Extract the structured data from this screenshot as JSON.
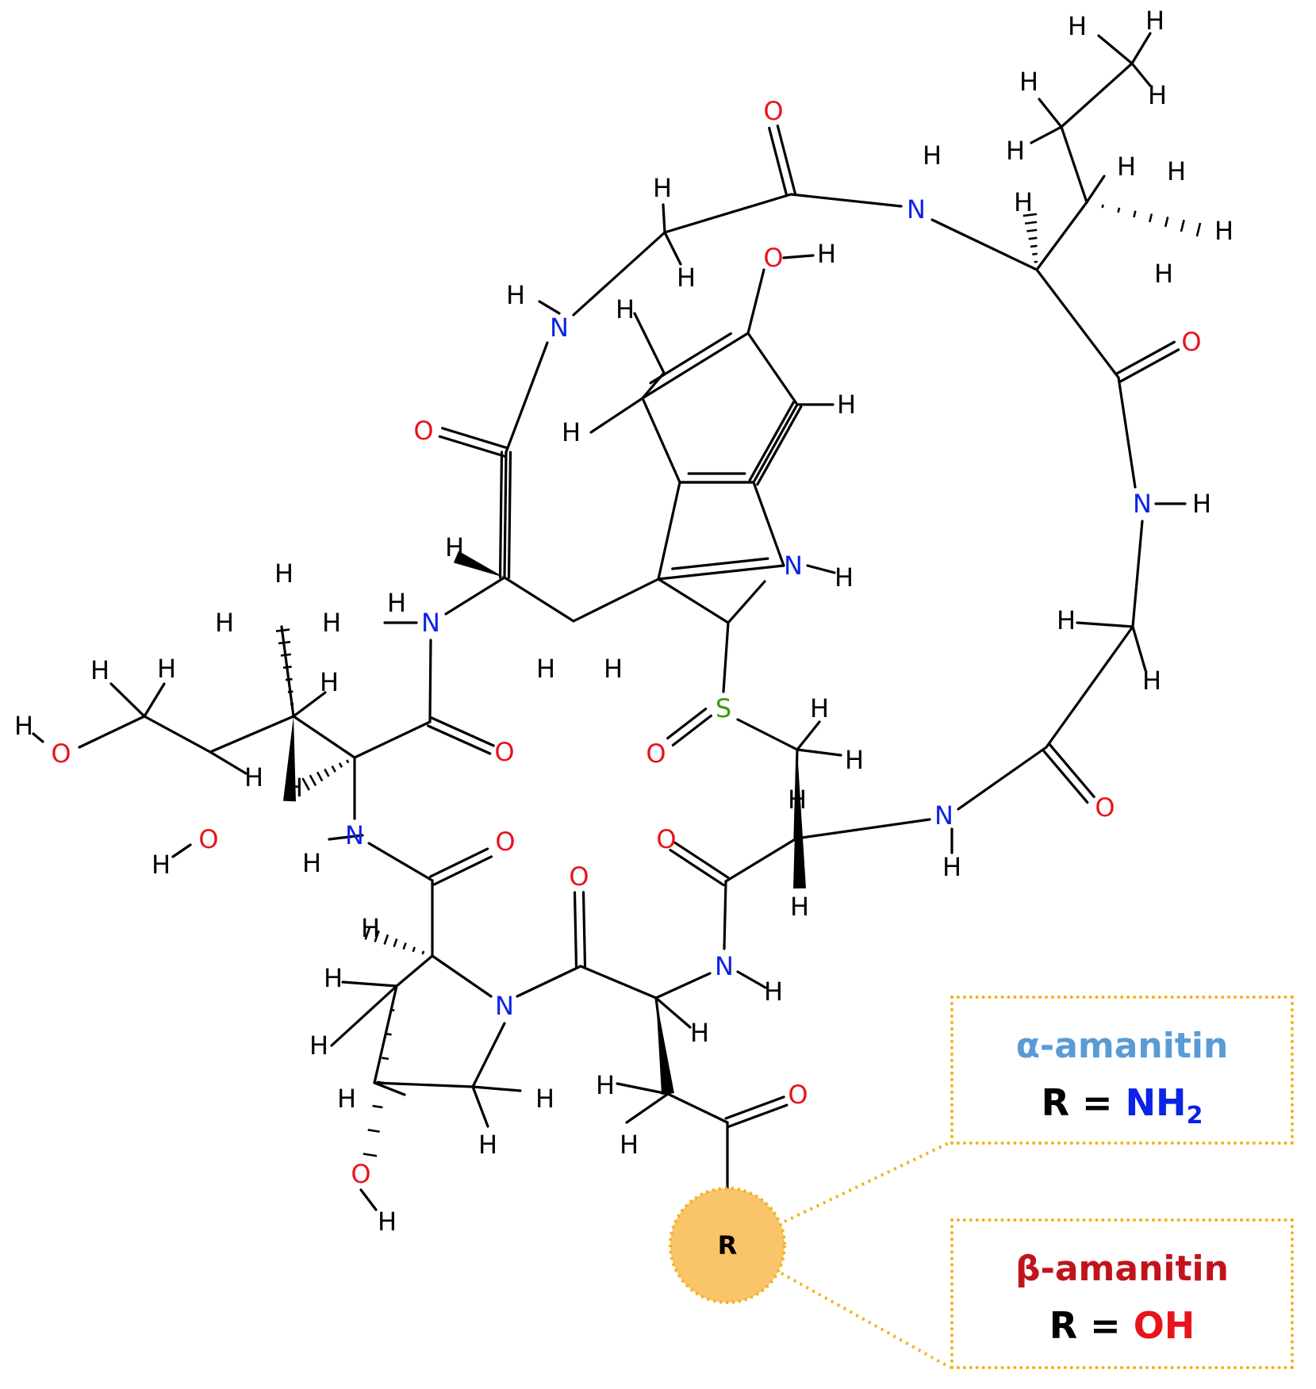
{
  "atoms": {
    "H": "H",
    "N": "N",
    "O": "O",
    "S": "S",
    "R": "R"
  },
  "legend": {
    "alpha": {
      "name": "α-amanitin",
      "lhs": "R =",
      "group": "NH",
      "group_sub": "2",
      "name_color": "#5b9bd5",
      "group_color": "#0b22e8"
    },
    "beta": {
      "name": "β-amanitin",
      "lhs": "R =",
      "group": "OH",
      "name_color": "#c0141c",
      "group_color": "#e8141c"
    }
  },
  "colors": {
    "nitrogen": "#0b22e8",
    "oxygen": "#e8141c",
    "sulfur": "#3d9a12",
    "highlight_fill": "#f9c46a",
    "highlight_border": "#f2b21a"
  }
}
